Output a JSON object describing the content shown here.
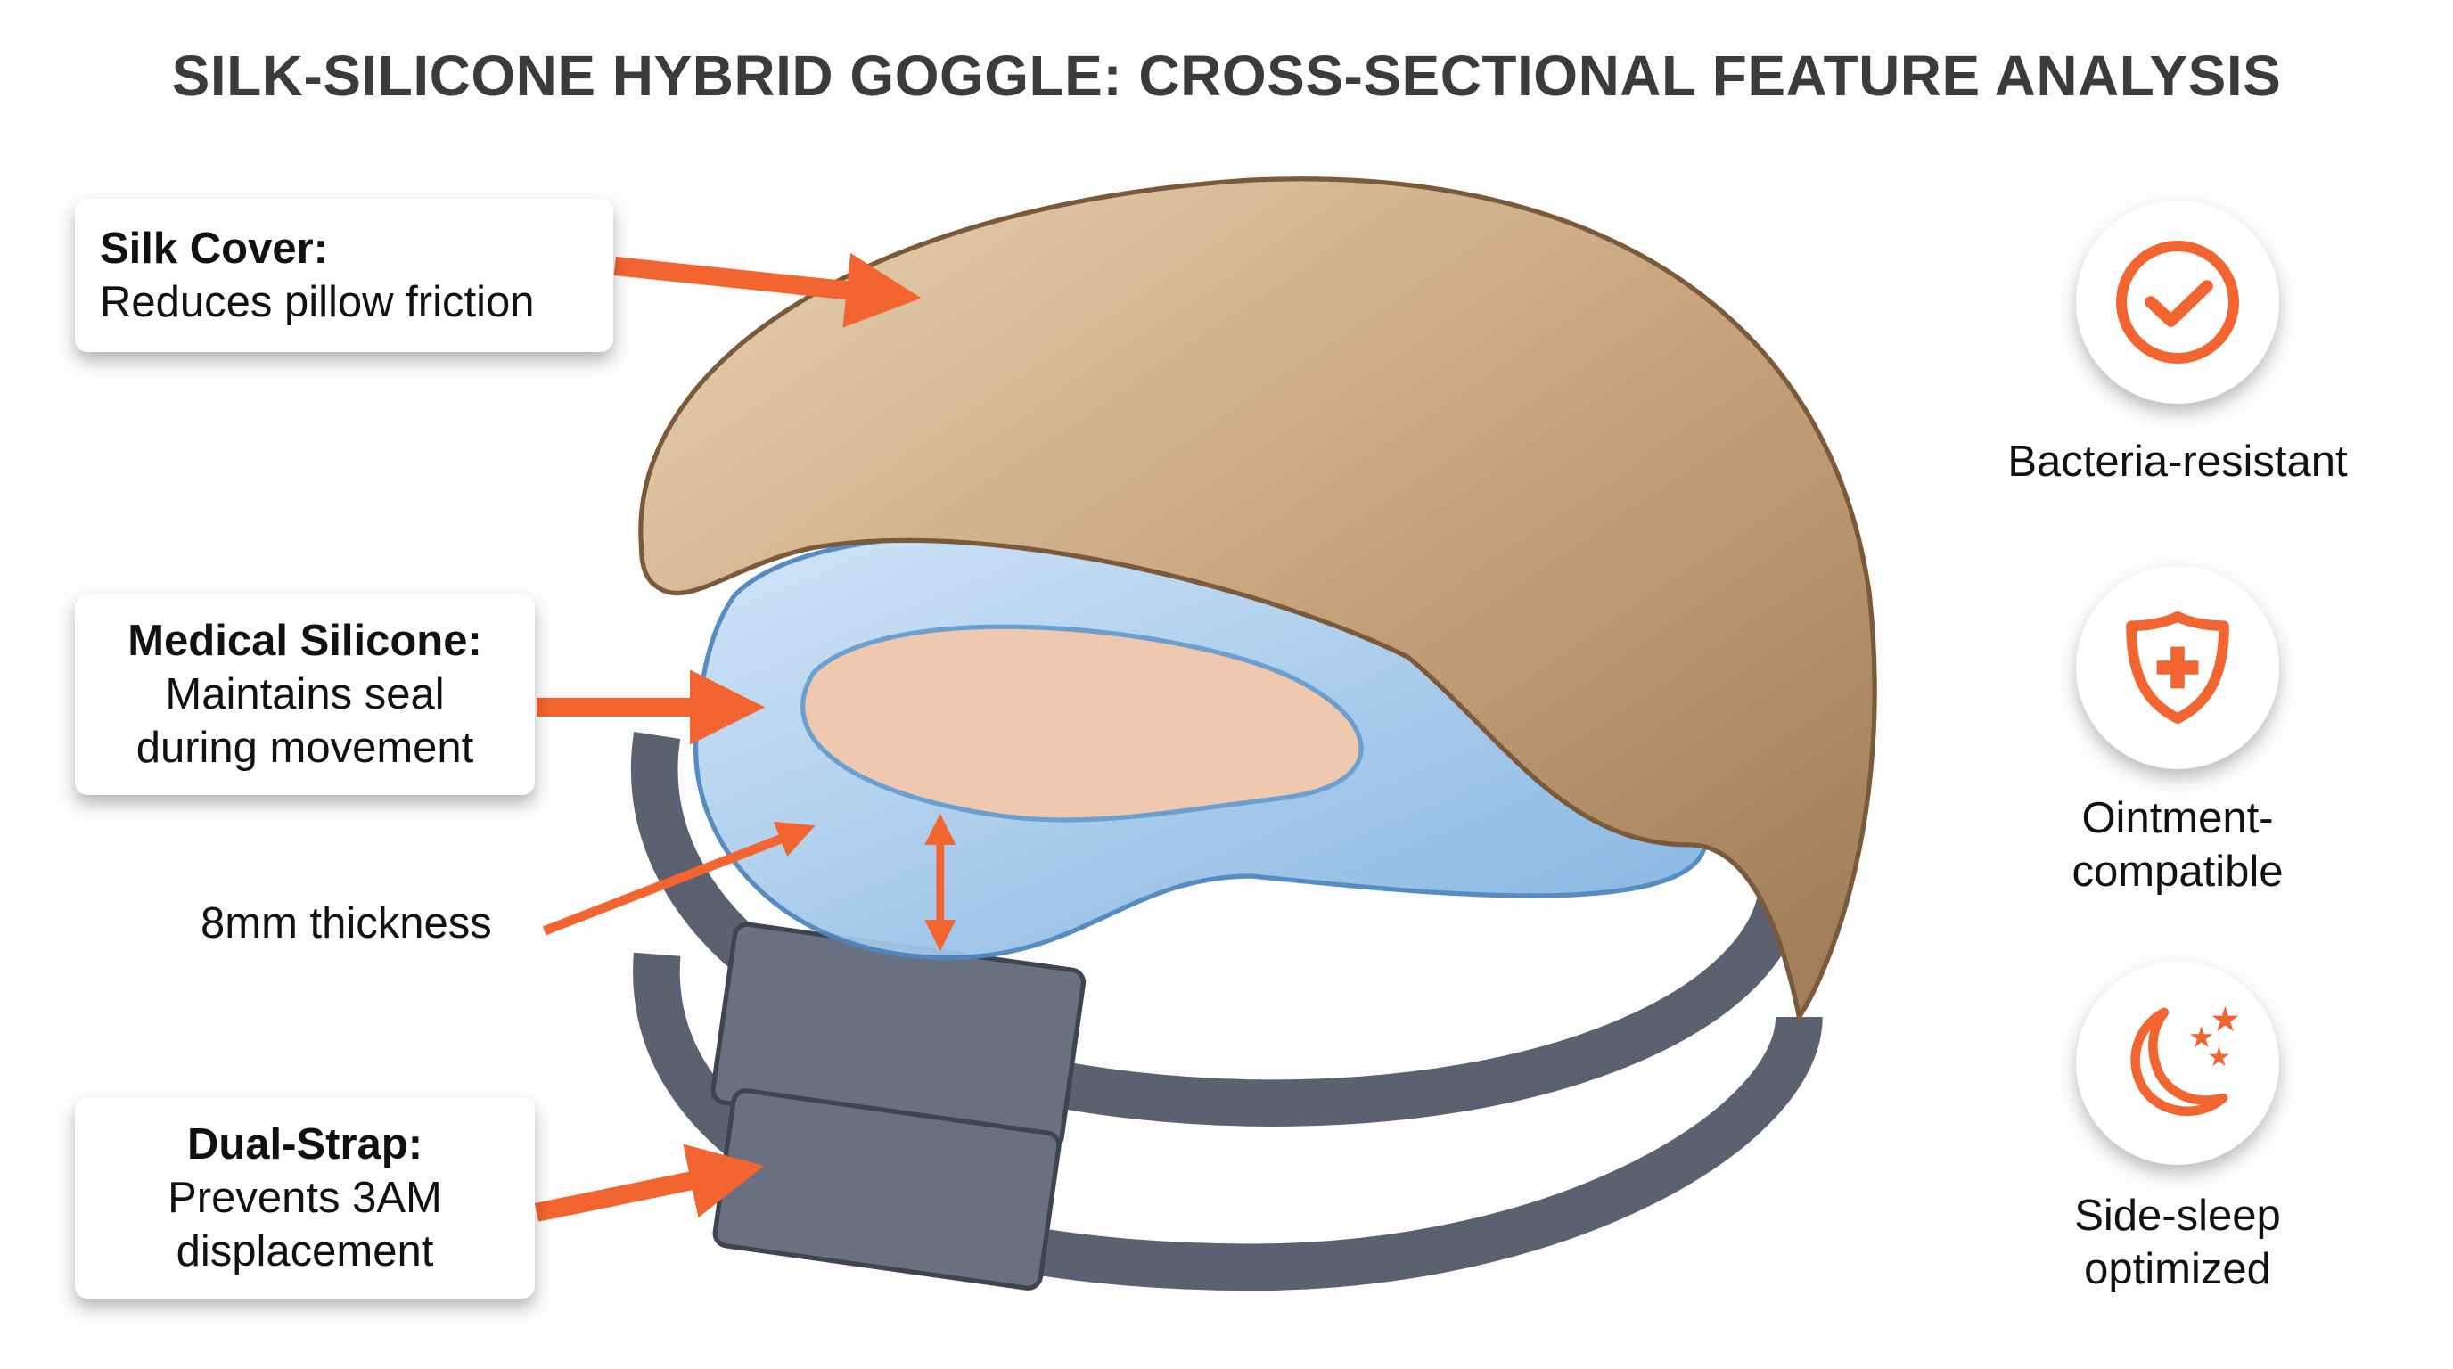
{
  "title": "SILK-SILICONE HYBRID GOGGLE: CROSS-SECTIONAL FEATURE ANALYSIS",
  "callouts": {
    "silk": {
      "heading": "Silk Cover:",
      "text": "Reduces pillow friction"
    },
    "silicone": {
      "heading": "Medical Silicone:",
      "line1": "Maintains seal",
      "line2": "during movement"
    },
    "thickness": {
      "text": "8mm thickness"
    },
    "strap": {
      "heading": "Dual-Strap:",
      "line1": "Prevents 3AM",
      "line2": "displacement"
    }
  },
  "features": [
    {
      "icon": "check-circle-icon",
      "line1": "Bacteria-resistant"
    },
    {
      "icon": "shield-plus-icon",
      "line1": "Ointment-",
      "line2": "compatible"
    },
    {
      "icon": "moon-stars-icon",
      "line1": "Side-sleep",
      "line2": "optimized"
    }
  ],
  "colors": {
    "accent": "#f26430",
    "title": "#3b3b3b",
    "silk": "#c9a57e",
    "silicone": "#8fbde6",
    "strap": "#5b6170"
  }
}
